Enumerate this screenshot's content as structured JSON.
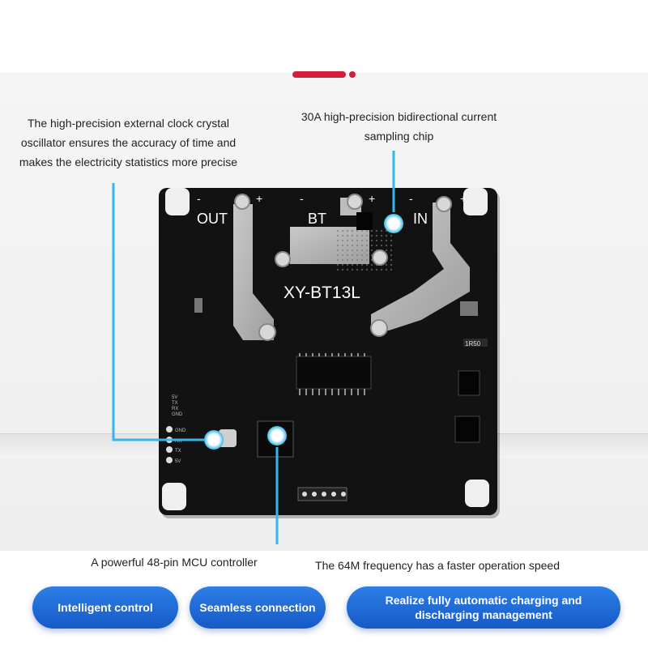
{
  "product": {
    "board_label": "XY-BT13L",
    "terminal_out": "OUT",
    "terminal_bt": "BT",
    "terminal_in": "IN",
    "plus": "+",
    "minus": "-",
    "resistor_label": "1R50",
    "pin_labels_top": [
      "5V",
      "TX",
      "RX",
      "GND"
    ],
    "pin_labels_bottom": [
      "GND",
      "RX",
      "TX",
      "5V"
    ]
  },
  "callouts": {
    "crystal": [
      "The high-precision external clock crystal",
      "oscillator ensures the accuracy of time and",
      "makes the electricity statistics more precise"
    ],
    "current_chip": [
      "30A high-precision bidirectional current",
      "sampling chip"
    ],
    "mcu": "A powerful 48-pin MCU controller",
    "frequency": "The 64M frequency has a faster operation speed"
  },
  "features": {
    "intelligent": "Intelligent control",
    "seamless": "Seamless connection",
    "auto_line1": "Realize fully automatic charging and",
    "auto_line2": "discharging management"
  },
  "colors": {
    "accent_red": "#d21f3c",
    "pill_blue": "#1f6ad8",
    "callout_cyan": "#35b8e8",
    "board_black": "#111111"
  }
}
